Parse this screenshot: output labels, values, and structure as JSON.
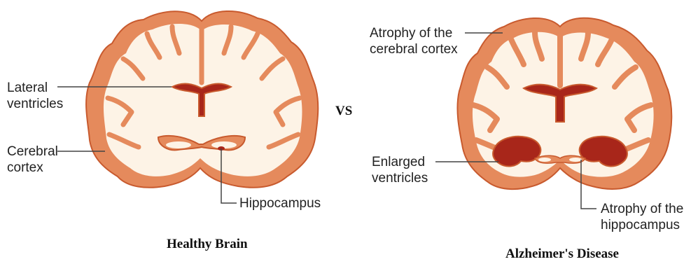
{
  "healthy": {
    "caption": "Healthy Brain",
    "labels": {
      "lateral_ventricles_1": "Lateral",
      "lateral_ventricles_2": "ventricles",
      "cerebral_cortex_1": "Cerebral",
      "cerebral_cortex_2": "cortex",
      "hippocampus": "Hippocampus"
    }
  },
  "versus": "VS",
  "alzheimers": {
    "caption": "Alzheimer's Disease",
    "labels": {
      "atrophy_cortex_1": "Atrophy of the",
      "atrophy_cortex_2": "cerebral cortex",
      "enlarged_ventricles_1": "Enlarged",
      "enlarged_ventricles_2": "ventricles",
      "atrophy_hippocampus_1": "Atrophy of the",
      "atrophy_hippocampus_2": "hippocampus"
    }
  },
  "colors": {
    "cortex": "#e58a5c",
    "cortex_edge": "#c85a2e",
    "white_matter": "#fdf3e6",
    "ventricle": "#a8261a",
    "leader_line": "#444444"
  }
}
